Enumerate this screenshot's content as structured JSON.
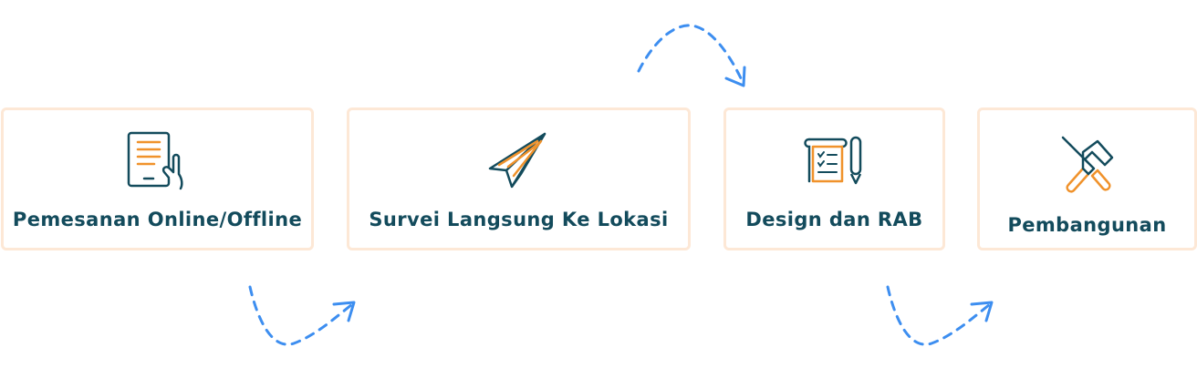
{
  "steps": [
    {
      "label": "Pemesanan Online/Offline",
      "icon": "tablet-form-icon"
    },
    {
      "label": "Survei Langsung Ke Lokasi",
      "icon": "paper-plane-icon"
    },
    {
      "label": "Design dan RAB",
      "icon": "checklist-scroll-pen-icon"
    },
    {
      "label": "Pembangunan",
      "icon": "hammer-screwdriver-icon"
    }
  ],
  "colors": {
    "text": "#134b5c",
    "icon_stroke": "#134b5c",
    "icon_accent": "#f0922b",
    "card_border": "#fde8d6",
    "arrow": "#3d8ef0"
  }
}
